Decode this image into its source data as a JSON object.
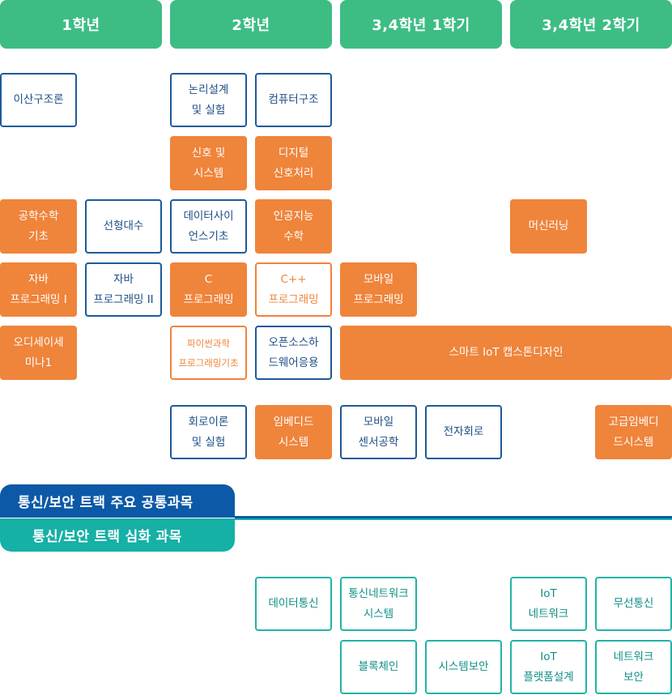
{
  "headers": [
    "1학년",
    "2학년",
    "3,4학년 1학기",
    "3,4학년 2학기"
  ],
  "courses": {
    "c1": "이산구조론",
    "c2": "논리설계\n및 실험",
    "c3": "컴퓨터구조",
    "c4": "신호 및\n시스템",
    "c5": "디지털\n신호처리",
    "c6": "공학수학\n기초",
    "c7": "선형대수",
    "c8": "데이터사이\n언스기초",
    "c9": "인공지능\n수학",
    "c10": "머신러닝",
    "c11": "자바\n프로그래밍 I",
    "c12": "자바\n프로그래밍 II",
    "c13": "C\n프로그래밍",
    "c14": "C++\n프로그래밍",
    "c15": "모바일\n프로그래밍",
    "c16": "오디세이세\n미나1",
    "c17": "파이썬과학\n프로그래밍기초",
    "c18": "오픈소스하\n드웨어응용",
    "c19": "스마트 IoT 캡스톤디자인",
    "c20": "회로이론\n및 실험",
    "c21": "임베디드\n시스템",
    "c22": "모바일\n센서공학",
    "c23": "전자회로",
    "c24": "고급임베디\n드시스템"
  },
  "tracks": {
    "common": "통신/보안 트랙 주요 공통과목",
    "advanced": "통신/보안 트랙 심화 과목"
  },
  "track_courses": {
    "t1": "데이터통신",
    "t2": "통신네트워크\n시스템",
    "t3": "IoT\n네트워크",
    "t4": "무선통신",
    "t5": "블록체인",
    "t6": "시스템보안",
    "t7": "IoT\n플랫폼설계",
    "t8": "네트워크\n보안"
  }
}
